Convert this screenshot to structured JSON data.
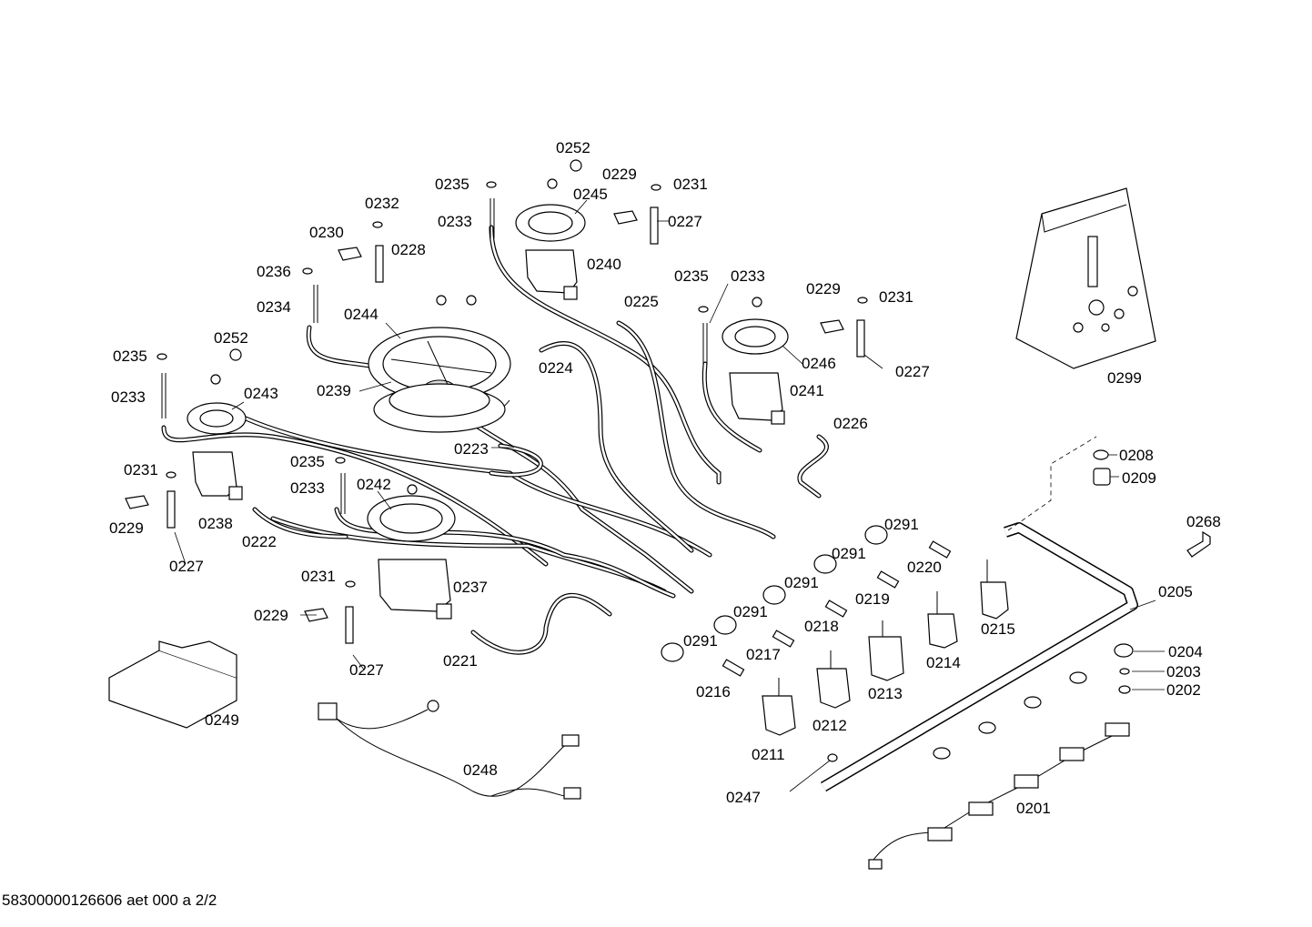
{
  "footer_code": "58300000126606 aet 000 a 2/2",
  "callouts": [
    {
      "id": "0252"
    },
    {
      "id": "0235"
    },
    {
      "id": "0245"
    },
    {
      "id": "0229"
    },
    {
      "id": "0231"
    },
    {
      "id": "0232"
    },
    {
      "id": "0233"
    },
    {
      "id": "0227"
    },
    {
      "id": "0230"
    },
    {
      "id": "0228"
    },
    {
      "id": "0240"
    },
    {
      "id": "0236"
    },
    {
      "id": "0225"
    },
    {
      "id": "0234"
    },
    {
      "id": "0244"
    },
    {
      "id": "0246"
    },
    {
      "id": "0243"
    },
    {
      "id": "0239"
    },
    {
      "id": "0224"
    },
    {
      "id": "0241"
    },
    {
      "id": "0226"
    },
    {
      "id": "0223"
    },
    {
      "id": "0299"
    },
    {
      "id": "0238"
    },
    {
      "id": "0242"
    },
    {
      "id": "0208"
    },
    {
      "id": "0209"
    },
    {
      "id": "0222"
    },
    {
      "id": "0291"
    },
    {
      "id": "0268"
    },
    {
      "id": "0220"
    },
    {
      "id": "0237"
    },
    {
      "id": "0219"
    },
    {
      "id": "0205"
    },
    {
      "id": "0218"
    },
    {
      "id": "0215"
    },
    {
      "id": "0217"
    },
    {
      "id": "0221"
    },
    {
      "id": "0214"
    },
    {
      "id": "0204"
    },
    {
      "id": "0203"
    },
    {
      "id": "0216"
    },
    {
      "id": "0213"
    },
    {
      "id": "0202"
    },
    {
      "id": "0212"
    },
    {
      "id": "0249"
    },
    {
      "id": "0211"
    },
    {
      "id": "0248"
    },
    {
      "id": "0247"
    },
    {
      "id": "0201"
    }
  ]
}
